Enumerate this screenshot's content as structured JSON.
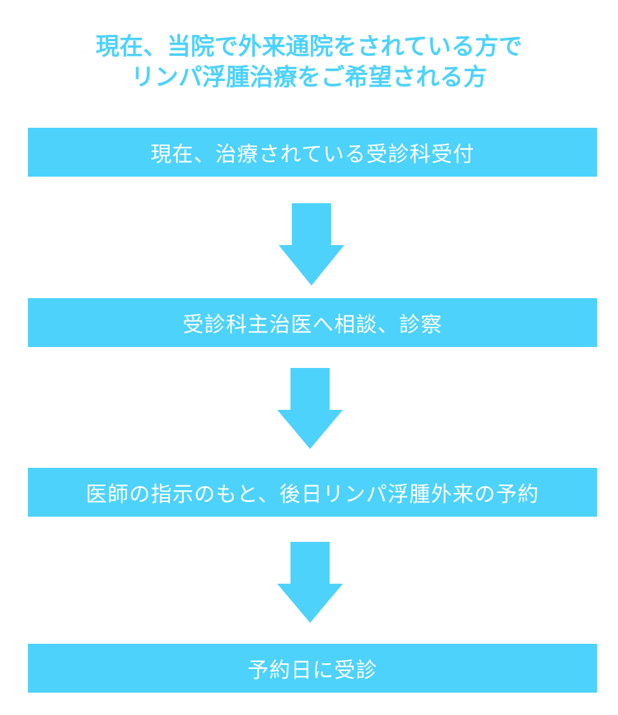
{
  "title": {
    "line1": "現在、当院で外来通院をされている方で",
    "line2": "リンパ浮腫治療をご希望される方"
  },
  "steps": [
    {
      "label": "現在、治療されている受診科受付"
    },
    {
      "label": "受診科主治医へ相談、診察"
    },
    {
      "label": "医師の指示のもと、後日リンパ浮腫外来の予約"
    },
    {
      "label": "予約日に受診"
    }
  ],
  "colors": {
    "accent": "#4dd2fb",
    "step_text": "#ffffff"
  }
}
